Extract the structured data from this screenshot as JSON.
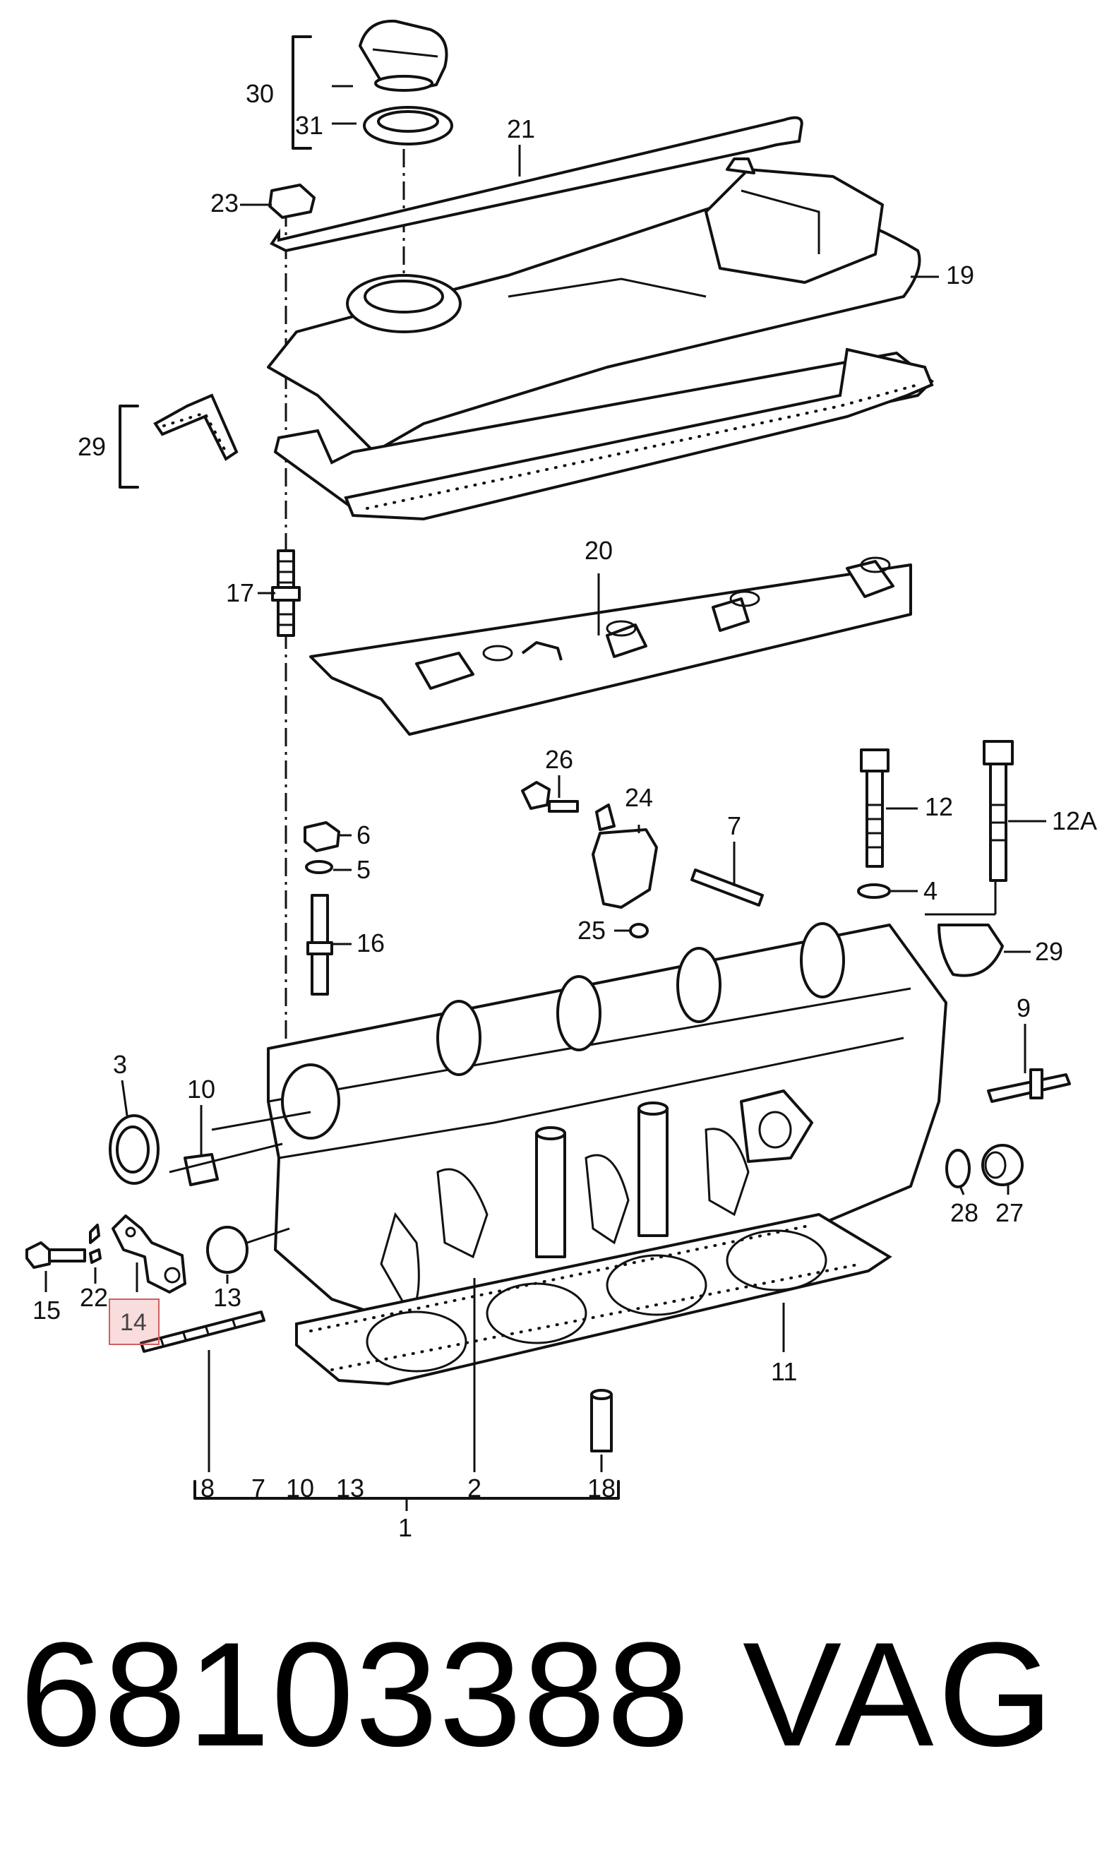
{
  "labels": {
    "l30": "30",
    "l31": "31",
    "l21": "21",
    "l23": "23",
    "l19": "19",
    "l29a": "29",
    "l17": "17",
    "l20": "20",
    "l26": "26",
    "l24": "24",
    "l7": "7",
    "l12": "12",
    "l12a": "12A",
    "l6": "6",
    "l5": "5",
    "l16": "16",
    "l25": "25",
    "l4": "4",
    "l29b": "29",
    "l9": "9",
    "l3": "3",
    "l10": "10",
    "l28": "28",
    "l27": "27",
    "l15": "15",
    "l22": "22",
    "l14": "14",
    "l13": "13",
    "l11": "11",
    "l18": "18",
    "l2": "2",
    "l1": "1"
  },
  "group_bracket": [
    "8",
    "7",
    "10",
    "13",
    "2",
    "18"
  ],
  "selected_callout": "14",
  "highlight_color": "#d06060",
  "footer": {
    "part_number": "68103388",
    "brand": "VAG"
  }
}
